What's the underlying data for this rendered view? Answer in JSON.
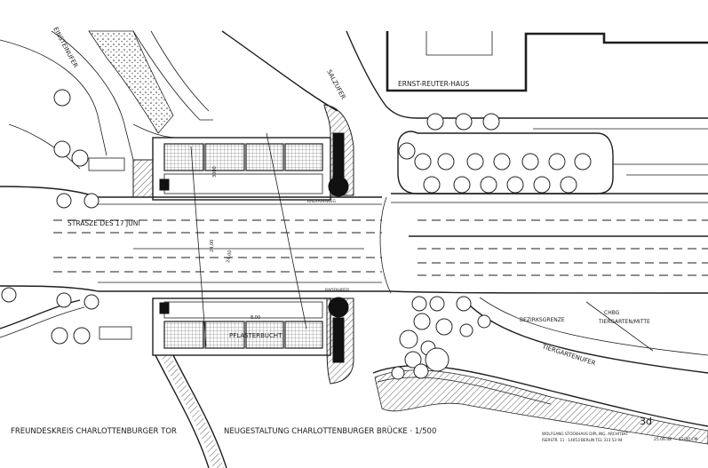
{
  "labels": {
    "ernst_reuter_haus": "ERNST-REUTER-HAUS",
    "einsteinufer": "EINSTEINUFER",
    "salzufer": "SALZUFER",
    "strasse": "STRASZE DES 17 JUNI",
    "radfahrweg": "RADFAHRWEG",
    "radfahrer": "RADFAHRER",
    "pflasterbucht": "PFLASTERBUCHT",
    "bezirksgrenze": "BEZIRKSGRENZE",
    "chbg": "CHBG",
    "tiergarten_mitte": "TIERGARTEN/MITTE",
    "tiergartenufer": "TIERGARTENUFER",
    "sheet_number": "3d"
  },
  "dimensions": [
    "3000",
    "24,00",
    "24,00",
    "8,00"
  ],
  "footer": {
    "left": "FREUNDESKREIS CHARLOTTENBURGER TOR",
    "title": "NEUGESTALTUNG CHARLOTTENBURGER BRÜCKE · 1/500",
    "architect_line1": "WOLFGANG STOCKHAUS DIPL.ING. ARCHITEKT",
    "architect_line2": "ISERSTR. 11 · 14053 BERLIN   TEL 313 53 94",
    "date": "25.06.08",
    "scale_note": "52/30 CM"
  }
}
